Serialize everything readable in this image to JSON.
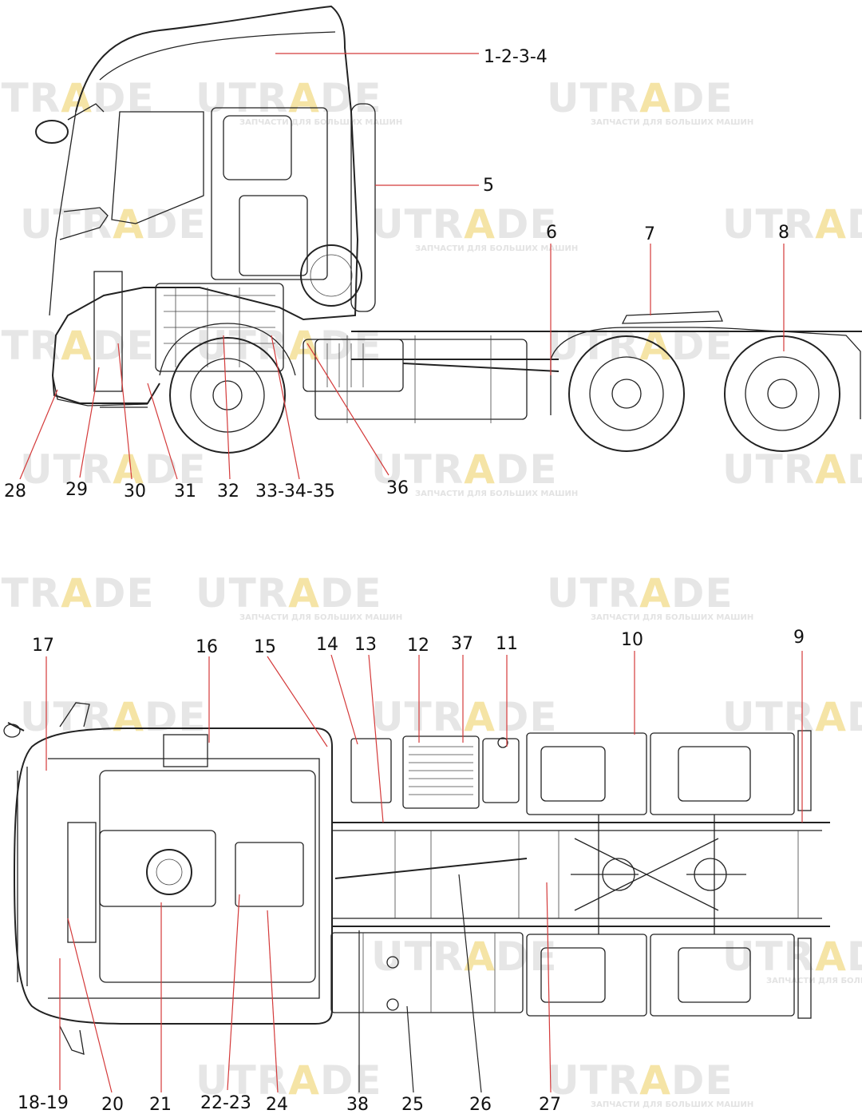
{
  "watermark": {
    "brand_u": "U",
    "brand_tr": "TR",
    "brand_a": "A",
    "brand_de": "DE",
    "subtitle": "ЗАПЧАСТИ ДЛЯ БОЛЬШИХ МАШИН",
    "colors": {
      "text": "#e6e6e6",
      "accent": "#f5e4a6"
    }
  },
  "side_view": {
    "callouts": [
      "1-2-3-4",
      "5",
      "6",
      "7",
      "8",
      "28",
      "29",
      "30",
      "31",
      "32",
      "33-34-35",
      "36"
    ]
  },
  "top_view": {
    "callouts": [
      "17",
      "16",
      "15",
      "14",
      "13",
      "12",
      "37",
      "11",
      "10",
      "9",
      "18-19",
      "20",
      "21",
      "22-23",
      "24",
      "38",
      "25",
      "26",
      "27"
    ]
  },
  "colors": {
    "leader_red": "#d43a3a",
    "line": "#222222"
  }
}
